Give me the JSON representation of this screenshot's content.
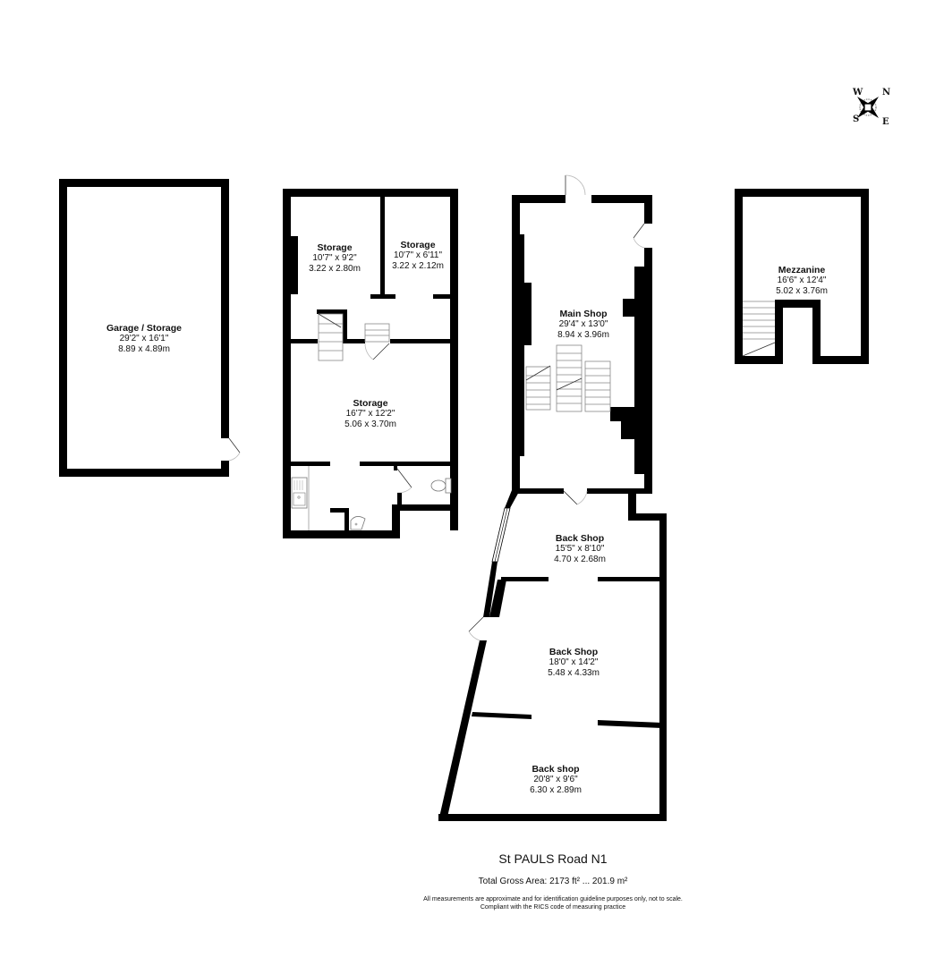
{
  "compass": {
    "n": "N",
    "s": "S",
    "e": "E",
    "w": "W"
  },
  "rooms": [
    {
      "id": "garage",
      "name": "Garage / Storage",
      "imperial": "29'2\" x 16'1\"",
      "metric": "8.89 x 4.89m"
    },
    {
      "id": "storage1",
      "name": "Storage",
      "imperial": "10'7\" x 9'2\"",
      "metric": "3.22 x 2.80m"
    },
    {
      "id": "storage2",
      "name": "Storage",
      "imperial": "10'7\" x 6'11\"",
      "metric": "3.22 x 2.12m"
    },
    {
      "id": "storage3",
      "name": "Storage",
      "imperial": "16'7\" x 12'2\"",
      "metric": "5.06 x 3.70m"
    },
    {
      "id": "mainshop",
      "name": "Main Shop",
      "imperial": "29'4\" x 13'0\"",
      "metric": "8.94 x 3.96m"
    },
    {
      "id": "mezzanine",
      "name": "Mezzanine",
      "imperial": "16'6\" x 12'4\"",
      "metric": "5.02 x 3.76m"
    },
    {
      "id": "backshop1",
      "name": "Back Shop",
      "imperial": "15'5\" x 8'10\"",
      "metric": "4.70 x 2.68m"
    },
    {
      "id": "backshop2",
      "name": "Back Shop",
      "imperial": "18'0\" x 14'2\"",
      "metric": "5.48 x 4.33m"
    },
    {
      "id": "backshop3",
      "name": "Back shop",
      "imperial": "20'8\" x 9'6\"",
      "metric": "6.30 x 2.89m"
    }
  ],
  "footer": {
    "title": "St PAULS Road N1",
    "total_area": "Total Gross Area: 2173 ft² ... 201.9 m²",
    "disclaimer_line1": "All measurements are approximate and for identification guideline purposes only, not to scale.",
    "disclaimer_line2": "Compliant with the RICS code of measuring practice"
  },
  "colors": {
    "wall": "#000000",
    "background": "#ffffff",
    "fixture_line": "#888888"
  }
}
